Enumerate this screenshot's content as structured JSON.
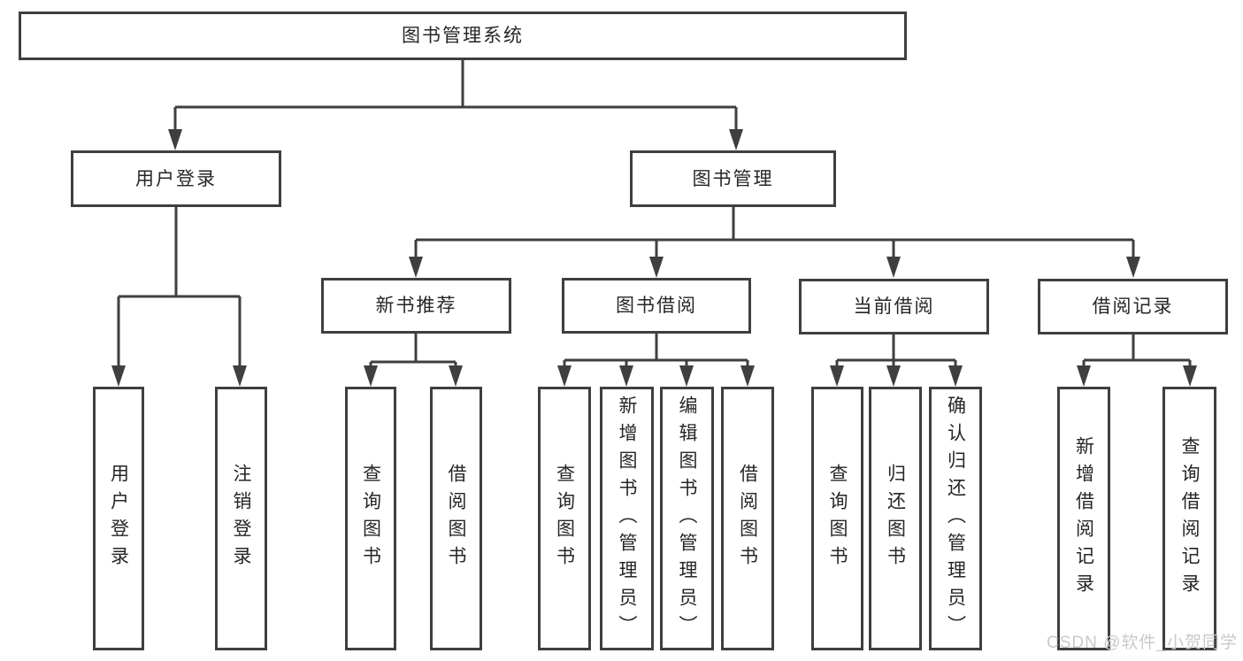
{
  "title": "图书管理系统",
  "branches": {
    "user_login": {
      "label": "用户登录"
    },
    "book_mgmt": {
      "label": "图书管理"
    }
  },
  "modules": {
    "new_book": {
      "label": "新书推荐"
    },
    "borrow": {
      "label": "图书借阅"
    },
    "current": {
      "label": "当前借阅"
    },
    "records": {
      "label": "借阅记录"
    }
  },
  "leaves": {
    "user_login_1": "用户登录",
    "user_login_2": "注销登录",
    "new_book_1": "查询图书",
    "new_book_2": "借阅图书",
    "borrow_1": "查询图书",
    "borrow_2": "新增图书（管理员）",
    "borrow_3": "编辑图书（管理员）",
    "borrow_4": "借阅图书",
    "current_1": "查询图书",
    "current_2": "归还图书",
    "current_3": "确认归还（管理员）",
    "records_1": "新增借阅记录",
    "records_2": "查询借阅记录"
  },
  "watermark": "CSDN @软件_小贺同学",
  "colors": {
    "line": "#3f3f3f",
    "text": "#262626",
    "watermark": "#c9c9c9",
    "background": "#ffffff"
  }
}
